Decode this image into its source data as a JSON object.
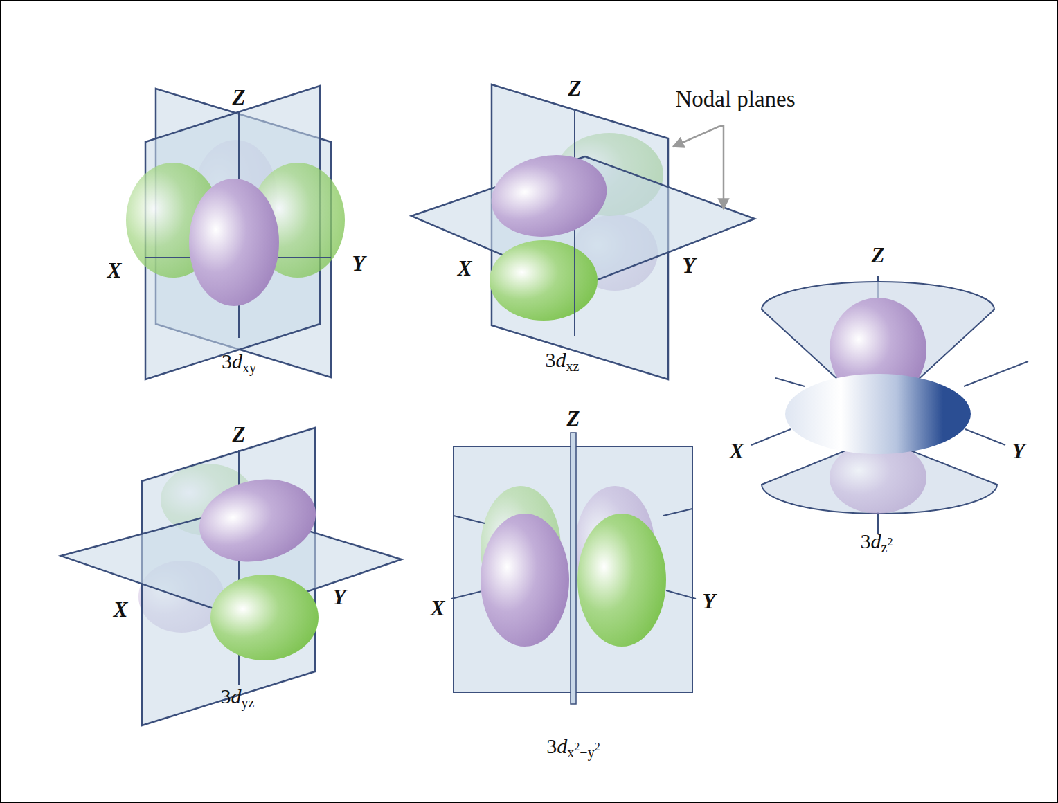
{
  "diagram": {
    "labels": [
      "Z",
      "X",
      "Y",
      "3dxy",
      "Z",
      "Nodal planes",
      "X",
      "Y",
      "3dxz",
      "Z",
      "X",
      "Y",
      "3dz2",
      "Z",
      "X",
      "Y",
      "3dyz",
      "Z",
      "X",
      "Y",
      "3dx2−y2"
    ]
  }
}
